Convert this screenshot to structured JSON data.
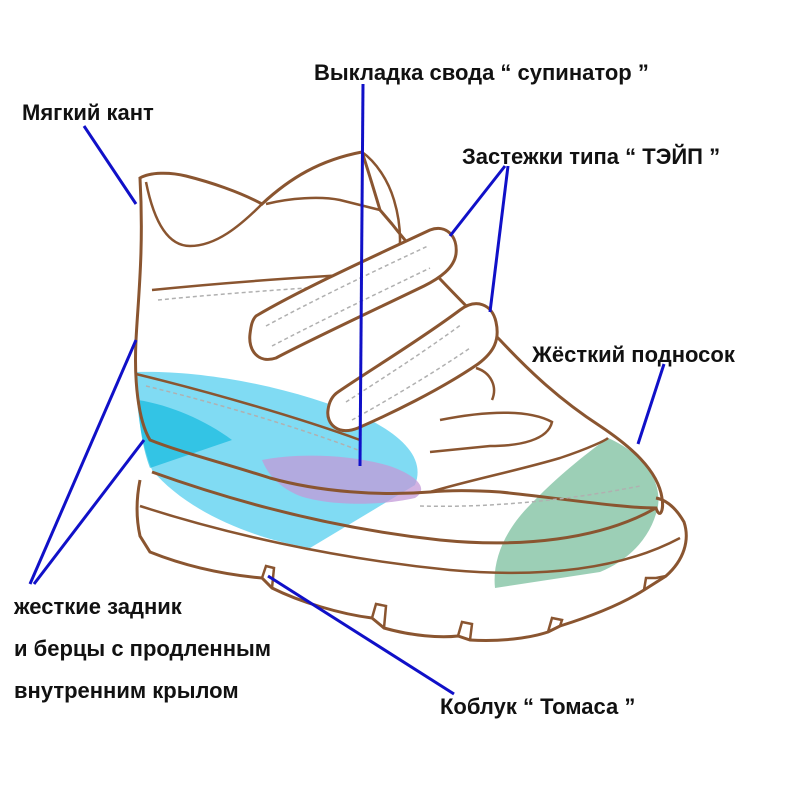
{
  "labels": {
    "soft_edge": "Мягкий кант",
    "arch_support": "Выкладка свода “ супинатор ”",
    "fasteners": "Застежки типа “ ТЭЙП ”",
    "hard_toe": "Жёсткий подносок",
    "heel_counter_line1": "жесткие задник",
    "heel_counter_line2": "и берцы с продленным",
    "heel_counter_line3": "внутренним крылом",
    "heel": "Коблук “ Томаса ”"
  },
  "colors": {
    "outline": "#8a5530",
    "leader": "#1010c8",
    "heel_counter_fill": "#3cc8ec",
    "arch_fill": "#c39ad8",
    "toe_fill": "#4aa87a",
    "stitch": "#b0b0b0"
  }
}
